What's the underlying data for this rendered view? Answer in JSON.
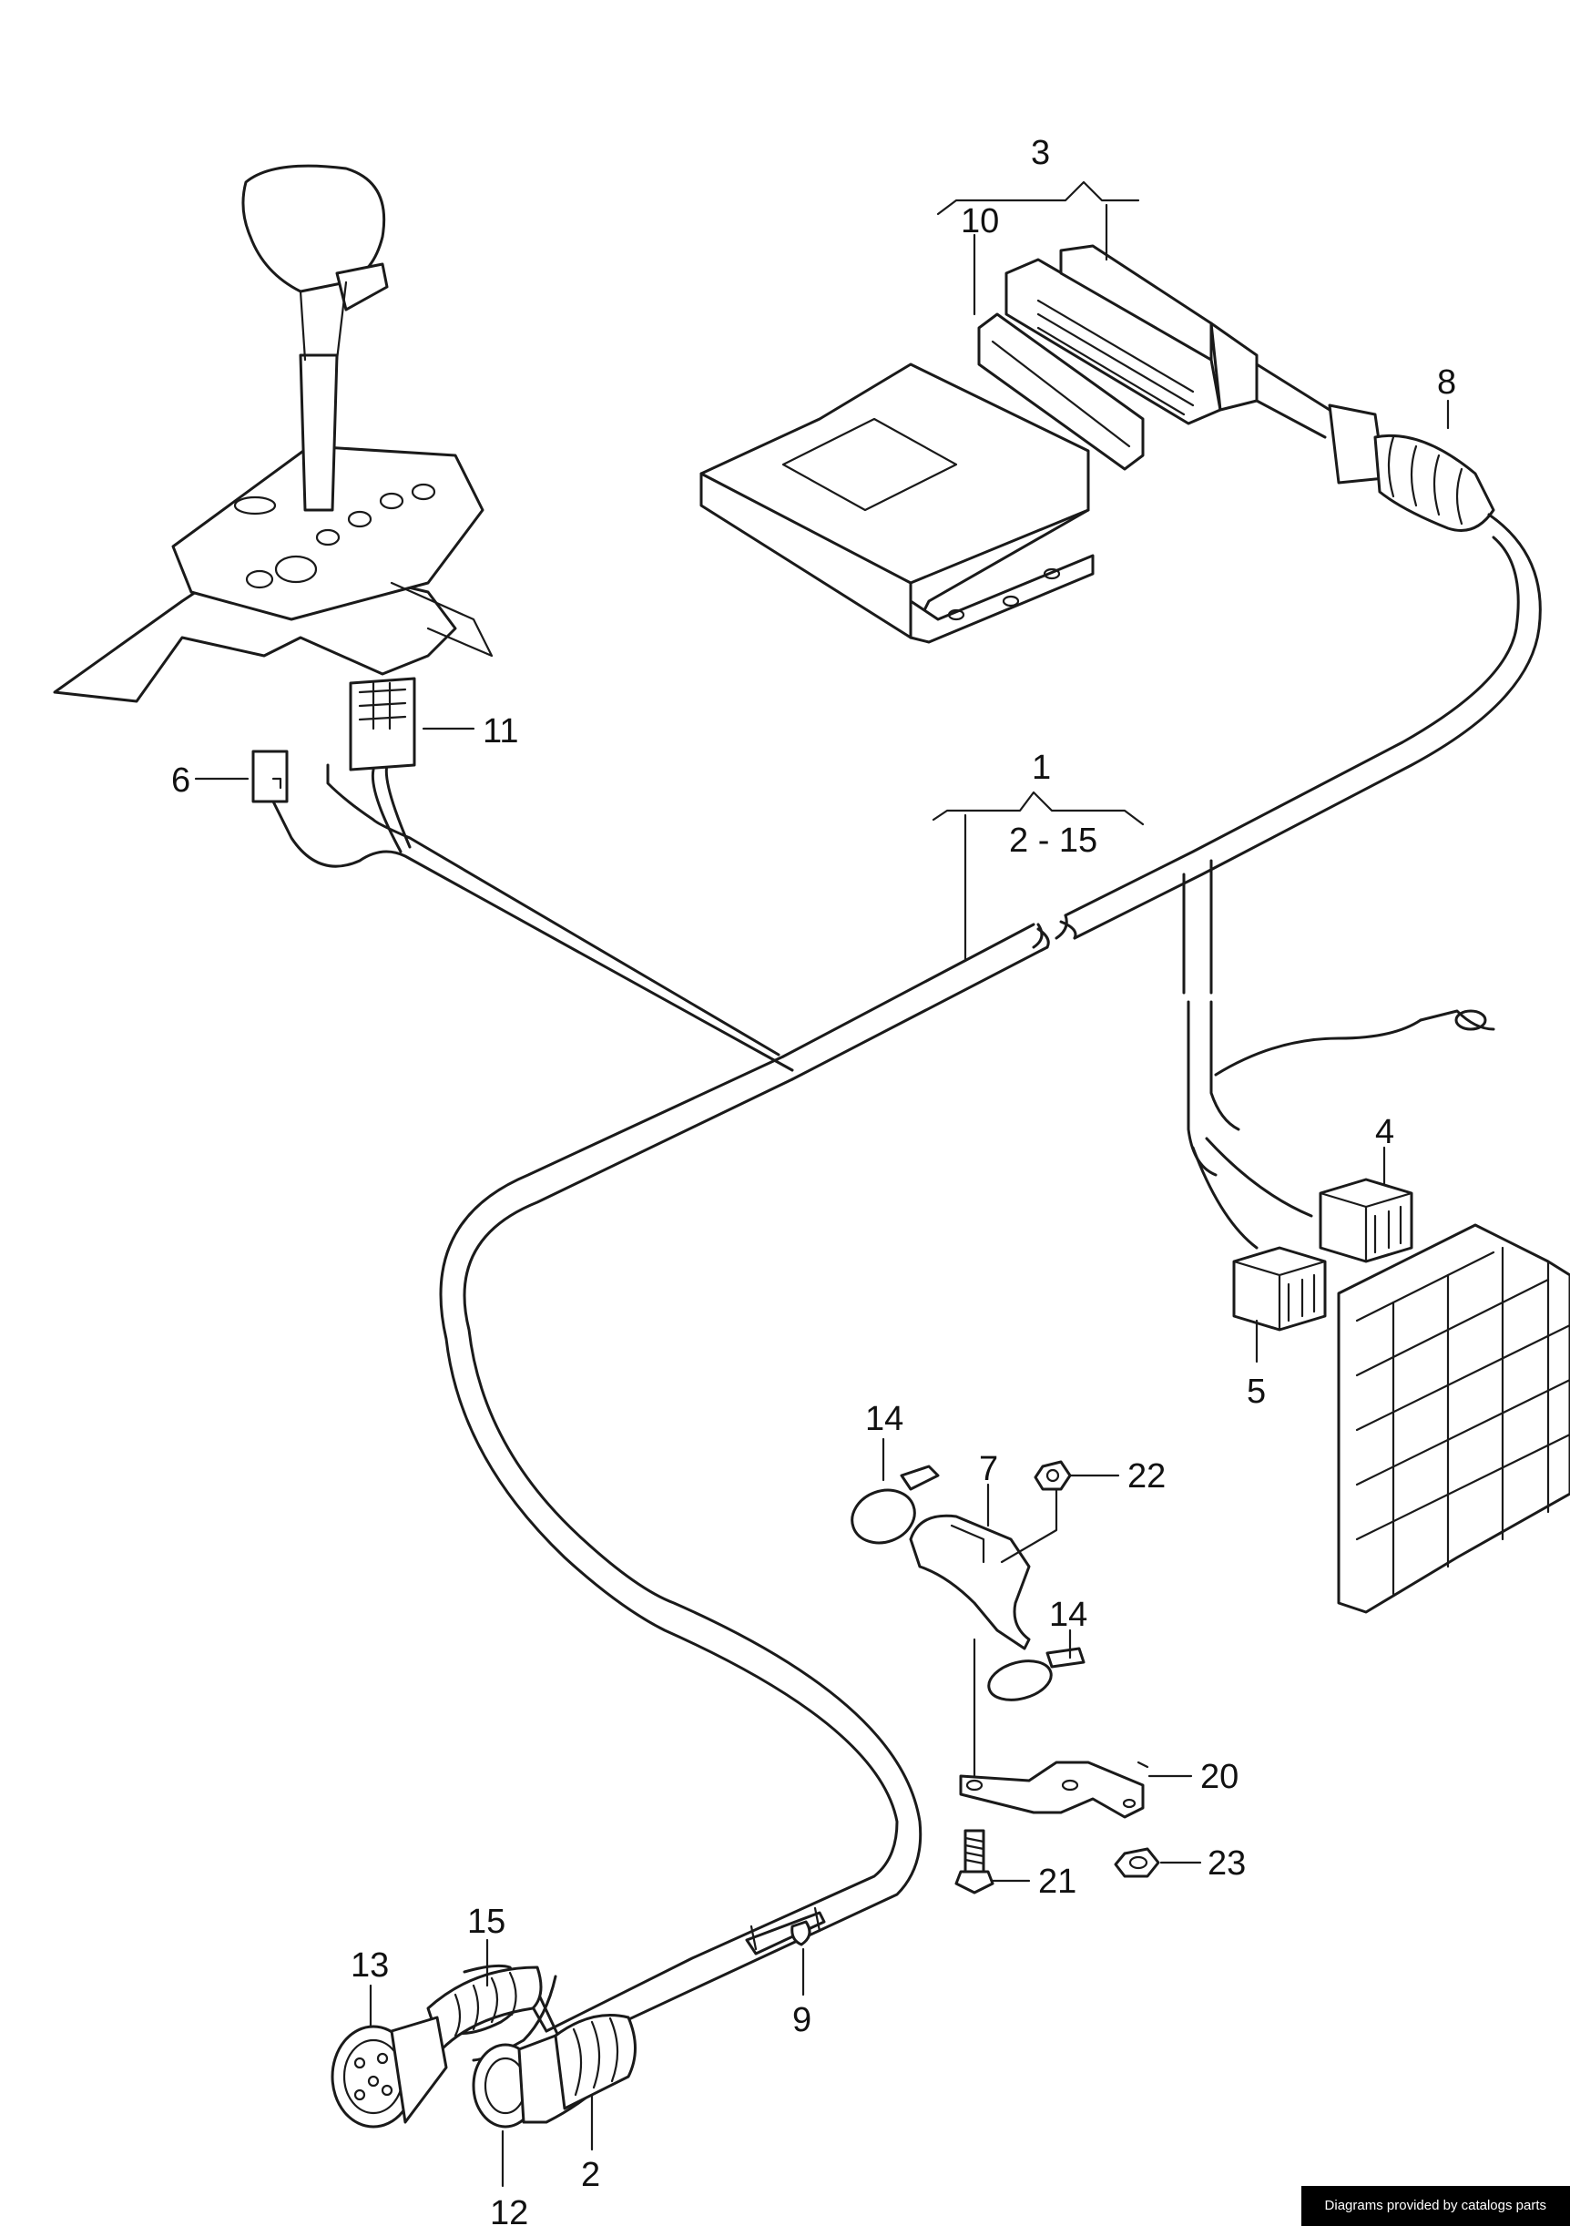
{
  "callouts": {
    "c1": "1",
    "c1_range": "2 - 15",
    "c2": "2",
    "c3": "3",
    "c4": "4",
    "c5": "5",
    "c6": "6",
    "c7": "7",
    "c8": "8",
    "c9": "9",
    "c10": "10",
    "c11": "11",
    "c12": "12",
    "c13": "13",
    "c14a": "14",
    "c14b": "14",
    "c15": "15",
    "c20": "20",
    "c21": "21",
    "c22": "22",
    "c23": "23"
  },
  "footer": {
    "credit": "Diagrams provided by catalogs parts"
  },
  "colors": {
    "line": "#1a1a1a",
    "background": "#ffffff",
    "footer_bg": "#000000"
  }
}
